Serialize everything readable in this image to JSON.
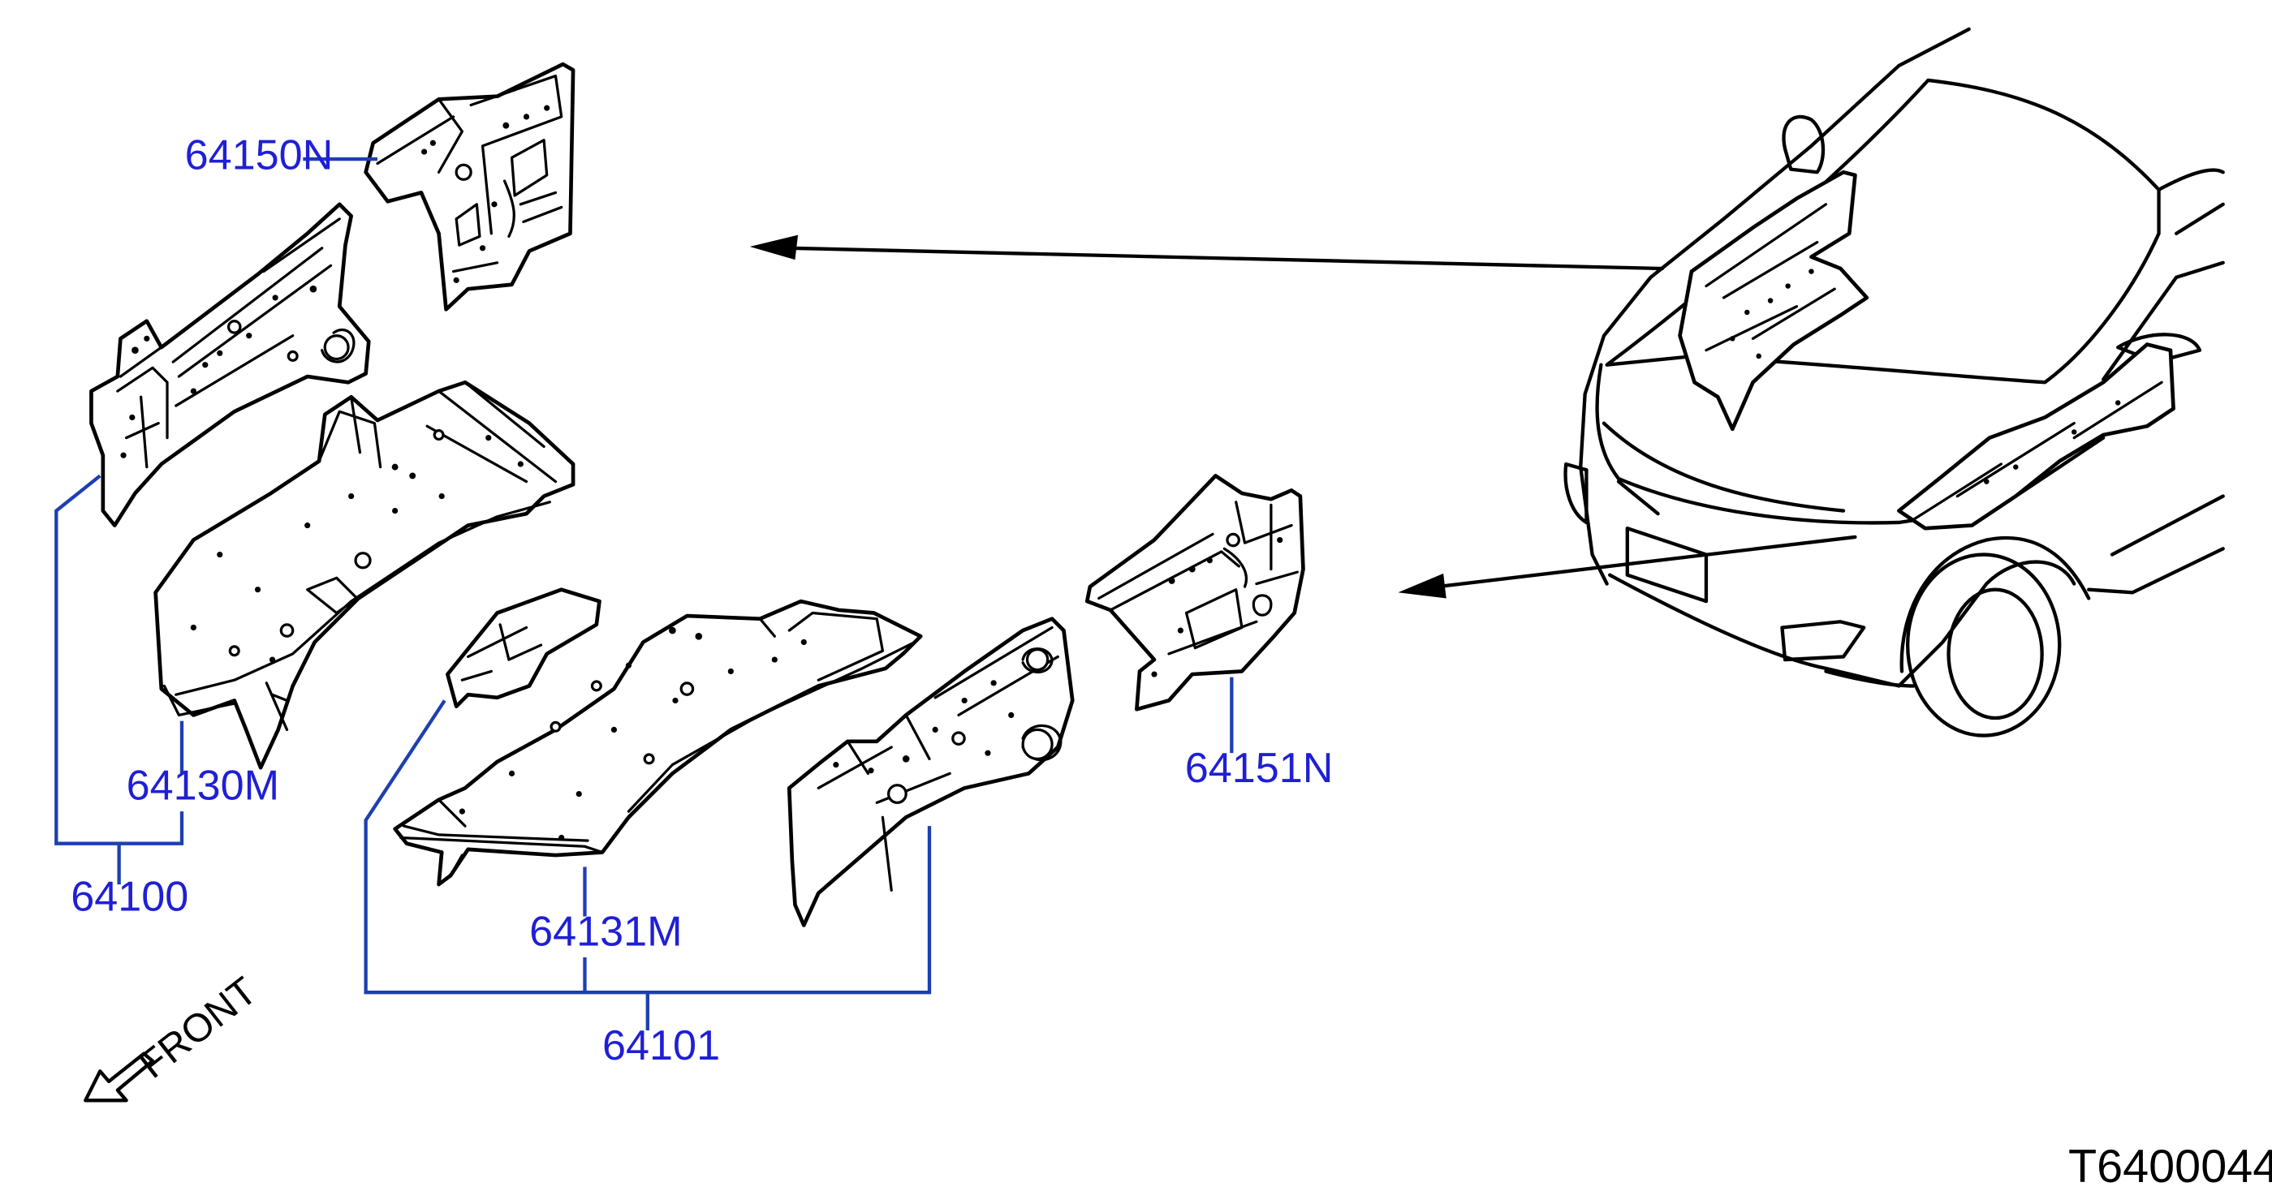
{
  "labels": {
    "p64150N": "64150N",
    "p64130M": "64130M",
    "p64100": "64100",
    "p64131M": "64131M",
    "p64101": "64101",
    "p64151N": "64151N"
  },
  "front_label": "FRONT",
  "illustration_code": "T6400044",
  "colors": {
    "callout_text": "#1f1fd6",
    "leader_line": "#1e3fb0",
    "outline": "#000000"
  }
}
